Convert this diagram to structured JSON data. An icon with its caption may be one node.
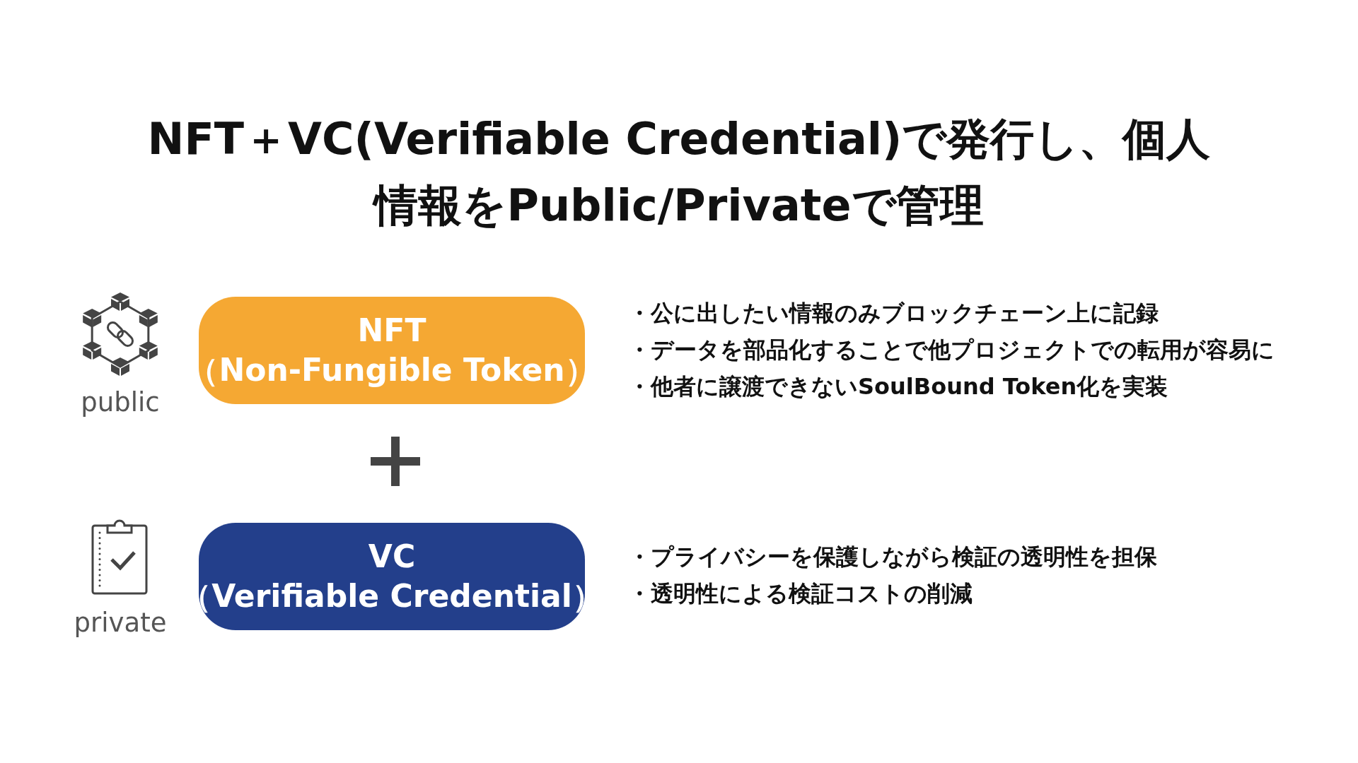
{
  "diagram": {
    "title": "NFT＋VC(Verifiable Credential)で発行し、個人情報をPublic/Privateで管理",
    "nodes": [
      {
        "text": [
          "NFT",
          "（Non-Fungible Token）"
        ],
        "beside": [
          "・公に出したい情報のみブロックチェーン上に記録",
          "・データを部品化することで他プロジェクトでの転用が容易に",
          "・他者に譲渡できないSoulBound Token化を実装"
        ]
      },
      {
        "text": [
          "VC",
          "（Verifiable Credential）"
        ],
        "beside": [
          "・プライバシーを保護しながら検証の透明性を担保",
          "・透明性による検証コストの削減"
        ]
      }
    ],
    "labels": [
      "public",
      "private"
    ]
  }
}
